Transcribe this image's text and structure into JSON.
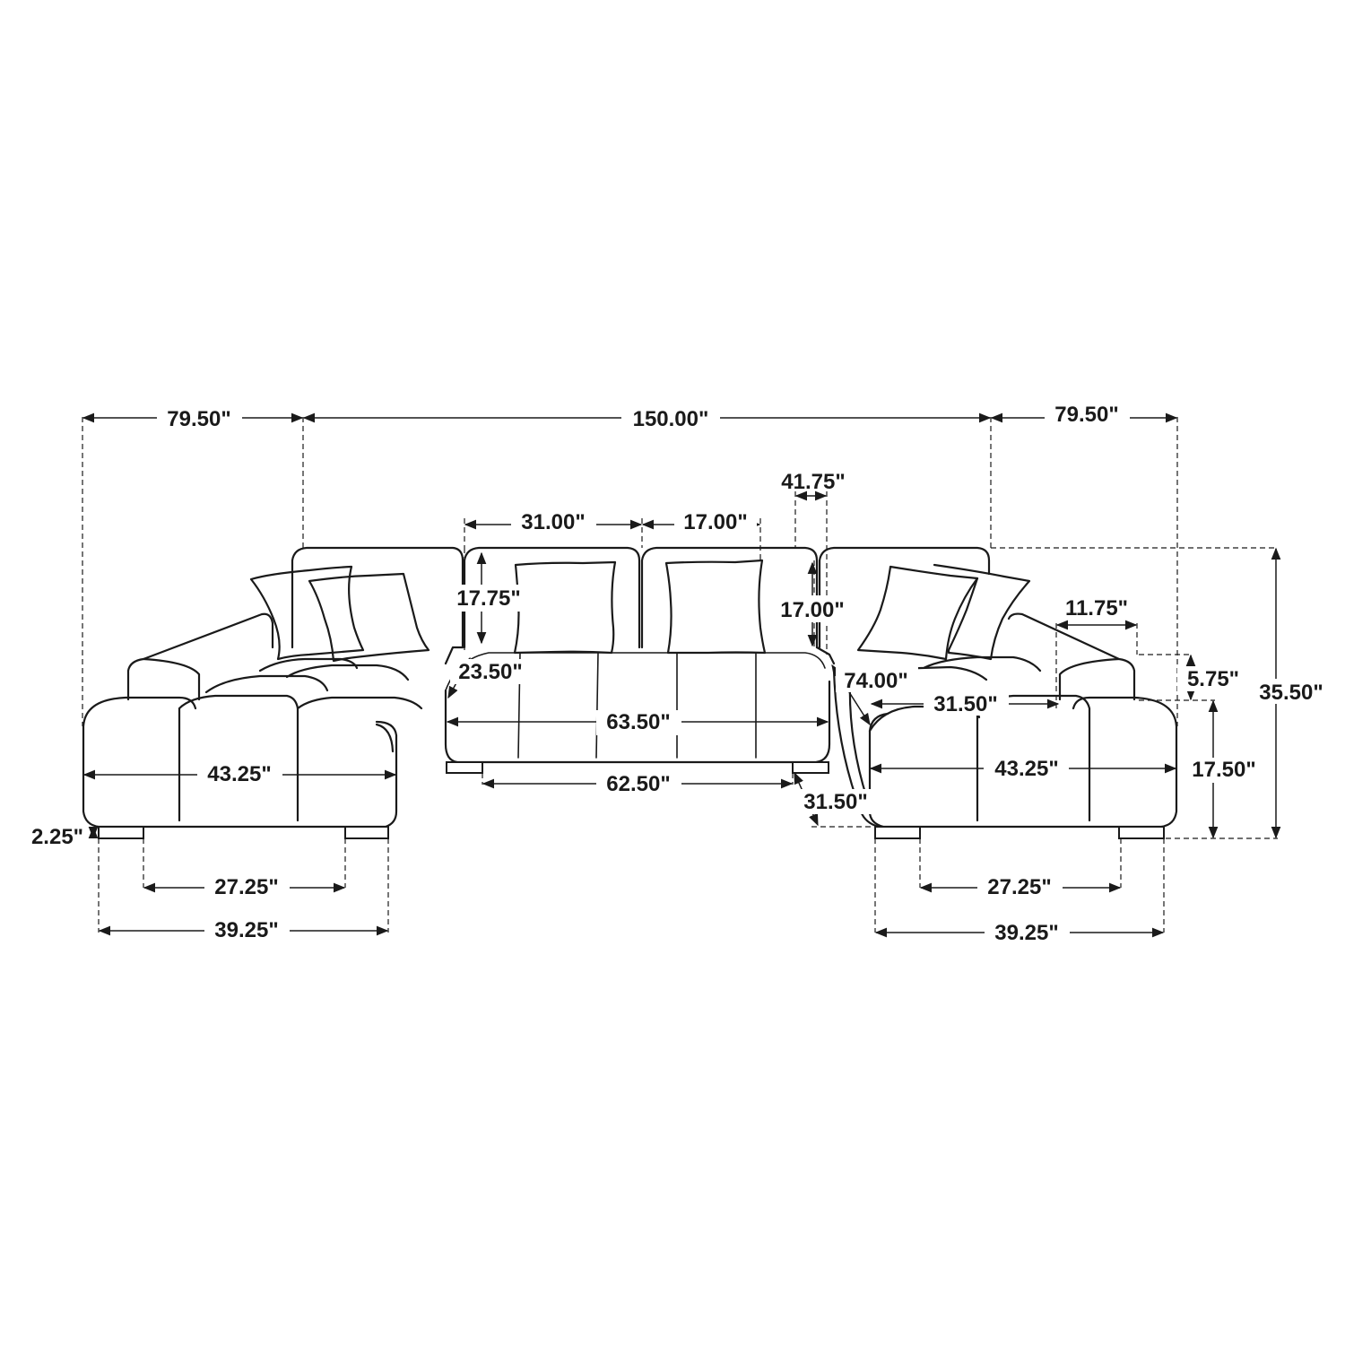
{
  "dimensions": {
    "chaise_depth_left": "79.50\"",
    "overall_width": "150.00\"",
    "chaise_depth_right": "79.50\"",
    "seat_depth_top": "41.75\"",
    "armless_width": "31.00\"",
    "back_pillow_width": "17.00\"",
    "back_pillow_height_left": "17.75\"",
    "back_pillow_height_right": "17.00\"",
    "corner_diagonal": "23.50\"",
    "inner_depth": "74.00\"",
    "arm_width": "11.75\"",
    "arm_height": "5.75\"",
    "overall_height": "35.50\"",
    "inner_seat_width": "31.50\"",
    "center_seat_width": "63.50\"",
    "left_chaise_width": "43.25\"",
    "right_chaise_width": "43.25\"",
    "seat_height": "17.50\"",
    "center_base_width": "62.50\"",
    "corner_base": "31.50\"",
    "leg_height": "2.25\"",
    "left_leg_spacing": "27.25\"",
    "left_base_width": "39.25\"",
    "right_leg_spacing": "27.25\"",
    "right_base_width": "39.25\""
  }
}
